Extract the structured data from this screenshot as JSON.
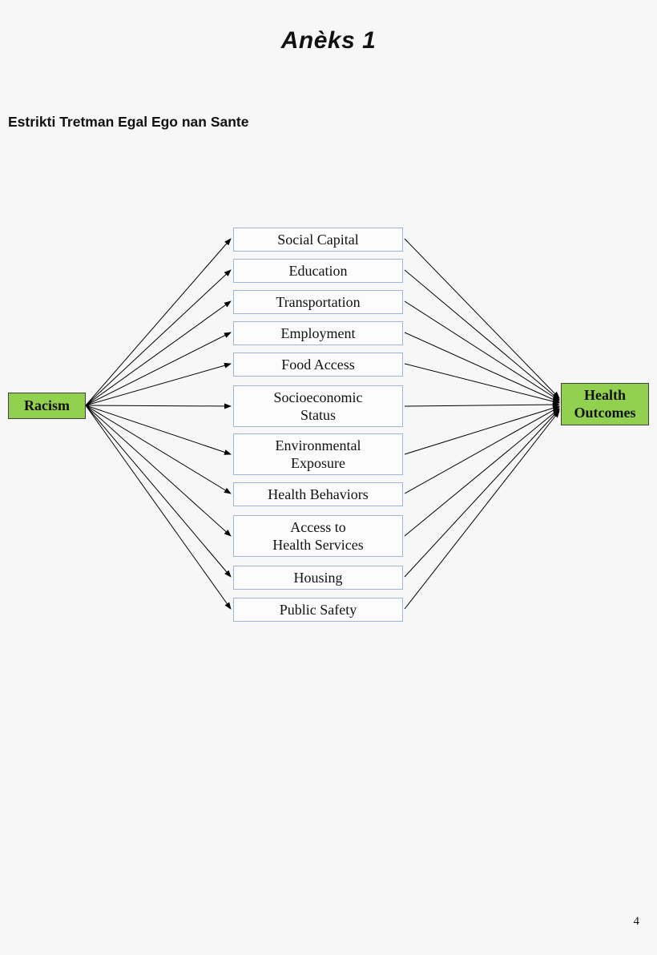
{
  "page": {
    "title": "Anèks 1",
    "heading": "Estrikti Tretman Egal Ego nan Sante",
    "page_number": "4"
  },
  "diagram": {
    "source": {
      "label": "Racism"
    },
    "sink": {
      "label": "Health\nOutcomes"
    },
    "factors": [
      {
        "label": "Social Capital"
      },
      {
        "label": "Education"
      },
      {
        "label": "Transportation"
      },
      {
        "label": "Employment"
      },
      {
        "label": "Food Access"
      },
      {
        "label": "Socioeconomic\nStatus"
      },
      {
        "label": "Environmental\nExposure"
      },
      {
        "label": "Health Behaviors"
      },
      {
        "label": "Access to\nHealth Services"
      },
      {
        "label": "Housing"
      },
      {
        "label": "Public Safety"
      }
    ],
    "colors": {
      "node_green": "#92d050",
      "factor_border": "#9db6d8",
      "arrow": "#000000"
    }
  }
}
